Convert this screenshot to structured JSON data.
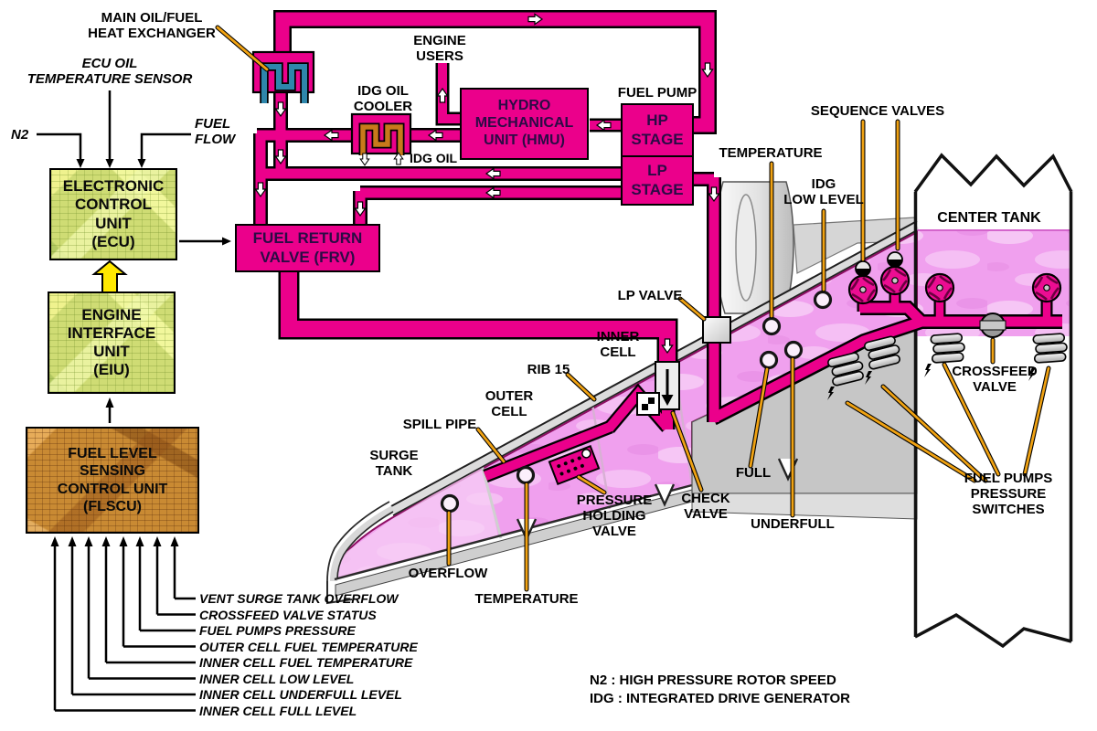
{
  "labels": {
    "heat_exchanger": "MAIN OIL/FUEL\nHEAT EXCHANGER",
    "ecu_oil_sensor": "ECU OIL\nTEMPERATURE SENSOR",
    "n2": "N2",
    "fuel_flow": "FUEL\nFLOW",
    "engine_users": "ENGINE\nUSERS",
    "idg_oil_cooler": "IDG OIL\nCOOLER",
    "idg_oil": "IDG OIL",
    "fuel_pump": "FUEL PUMP",
    "temperature_engine": "TEMPERATURE",
    "idg_low_level": "IDG\nLOW LEVEL",
    "sequence_valves": "SEQUENCE VALVES",
    "center_tank": "CENTER TANK",
    "lp_valve": "LP VALVE",
    "inner_cell": "INNER\nCELL",
    "rib_15": "RIB 15",
    "outer_cell": "OUTER\nCELL",
    "spill_pipe": "SPILL PIPE",
    "surge_tank": "SURGE\nTANK",
    "overflow": "OVERFLOW",
    "temperature_outer": "TEMPERATURE",
    "pressure_holding_valve": "PRESSURE\nHOLDING\nVALVE",
    "check_valve": "CHECK\nVALVE",
    "full": "FULL",
    "underfull": "UNDERFULL",
    "crossfeed_valve": "CROSSFEED\nVALVE",
    "fuel_pumps_pressure_switches": "FUEL PUMPS\nPRESSURE\nSWITCHES"
  },
  "boxes": {
    "ecu": "ELECTRONIC\nCONTROL\nUNIT\n(ECU)",
    "eiu": "ENGINE\nINTERFACE\nUNIT\n(EIU)",
    "flscu": "FUEL LEVEL\nSENSING\nCONTROL UNIT\n(FLSCU)",
    "hmu": "HYDRO\nMECHANICAL\nUNIT (HMU)",
    "frv": "FUEL RETURN\nVALVE (FRV)",
    "hp_stage": "HP\nSTAGE",
    "lp_stage": "LP\nSTAGE"
  },
  "signals": [
    "VENT SURGE TANK OVERFLOW",
    "CROSSFEED VALVE STATUS",
    "FUEL PUMPS PRESSURE",
    "OUTER CELL FUEL TEMPERATURE",
    "INNER CELL FUEL TEMPERATURE",
    "INNER CELL LOW LEVEL",
    "INNER CELL UNDERFULL LEVEL",
    "INNER CELL FULL LEVEL"
  ],
  "legend": {
    "n2": "N2 : HIGH PRESSURE ROTOR SPEED",
    "idg": "IDG : INTEGRATED DRIVE GENERATOR"
  },
  "colors": {
    "pipe_magenta": "#EB008B",
    "leader_orange": "#F0A212",
    "fuel_pink": "#F0A0EE",
    "coil_blue": "#2E86AB",
    "coil_orange": "#C8791B",
    "signal_arrow_yellow": "#FFE800"
  }
}
